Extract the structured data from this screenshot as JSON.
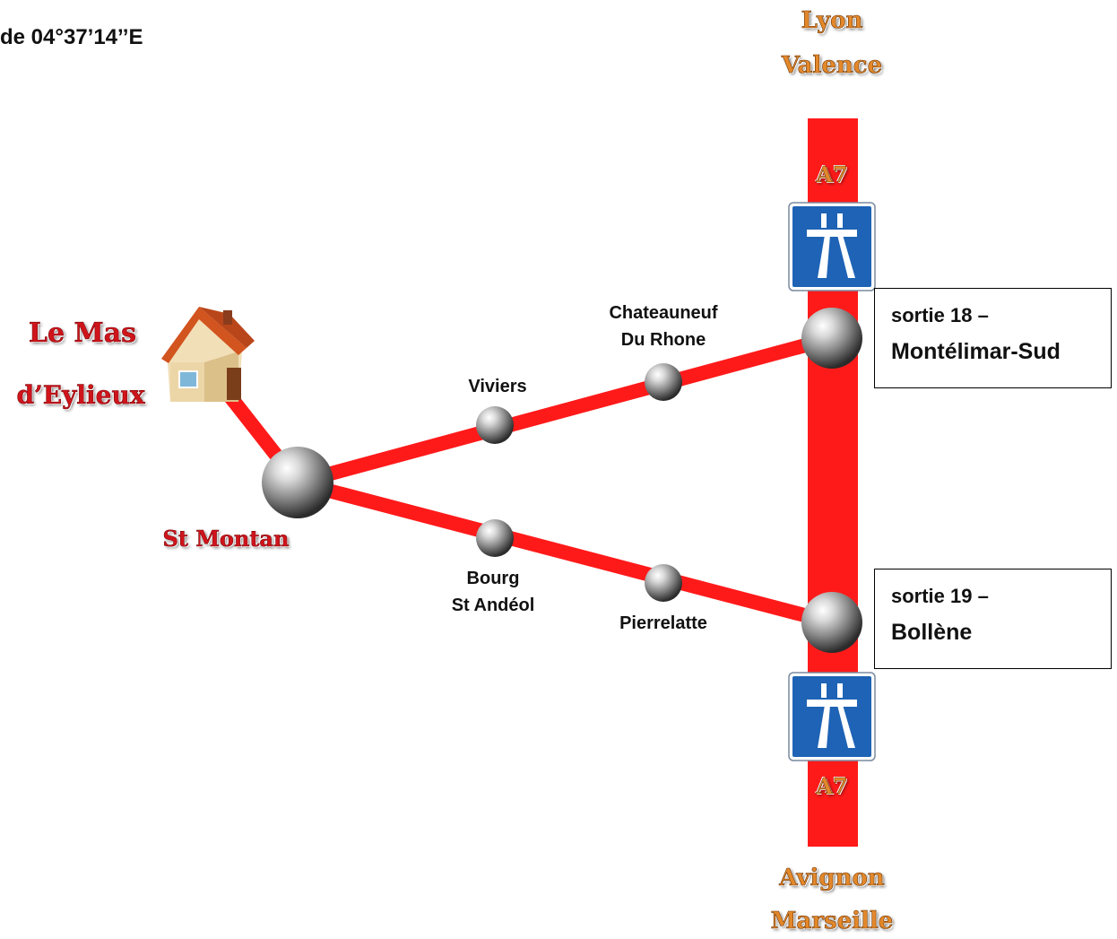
{
  "header": {
    "coordinate": "de 04°37’14’’E"
  },
  "destinations": {
    "north_1": "Lyon",
    "north_2": "Valence",
    "south_1": "Avignon",
    "south_2": "Marseille"
  },
  "road": {
    "name_top": "A7",
    "name_bottom": "A7",
    "color": "#ff1a1a"
  },
  "home": {
    "line1": "Le Mas",
    "line2": "d’Eylieux"
  },
  "hub": {
    "name": "St Montan"
  },
  "towns": {
    "viviers": "Viviers",
    "chateauneuf_1": "Chateauneuf",
    "chateauneuf_2": "Du Rhone",
    "bourg_1": "Bourg",
    "bourg_2": "St Andéol",
    "pierrelatte": "Pierrelatte"
  },
  "exits": {
    "north": {
      "line1": "sortie 18 –",
      "line2": "Montélimar-Sud"
    },
    "south": {
      "line1": "sortie 19 –",
      "line2": "Bollène"
    }
  },
  "icons": {
    "house": "house-icon",
    "motorway": "motorway-sign-icon",
    "node": "sphere-node-icon"
  }
}
